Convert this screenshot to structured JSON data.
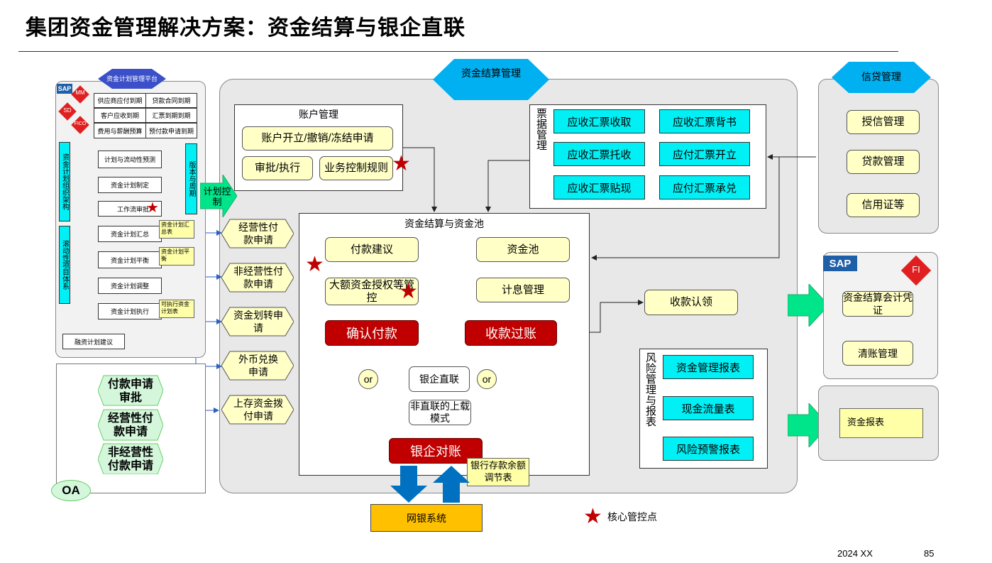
{
  "title": "集团资金管理解决方案：资金结算与银企直联",
  "footer": {
    "date": "2024 XX",
    "page": "85"
  },
  "left": {
    "platform": "资金计划管理平台",
    "sap": "SAP",
    "modules": [
      "MM",
      "SD",
      "FICO"
    ],
    "table": [
      [
        "供应商应付到期",
        "贷款合同到期"
      ],
      [
        "客户应收到期",
        "汇票到期到期"
      ],
      [
        "费用与薪酬预算",
        "预付款申请到期"
      ]
    ],
    "side_left_top": "资金计划组织架构",
    "side_left_bottom": "滚动性项目体系",
    "side_right": "版本与周期",
    "flow": [
      "计划与流动性预测",
      "资金计划制定",
      "工作流审批",
      "资金计划汇总",
      "资金计划平衡",
      "资金计划调整",
      "资金计划执行"
    ],
    "notes": [
      "资金计划汇总表",
      "资金计划平衡",
      "可执行资金计划表"
    ],
    "bottom": "融资计划建议"
  },
  "plan_control": "计划控制",
  "oa": {
    "label": "OA",
    "items": [
      "付款申请审批",
      "经营性付款申请",
      "非经营性付款申请"
    ]
  },
  "requests": [
    "经营性付款申请",
    "非经营性付款申请",
    "资金划转申请",
    "外币兑换申请",
    "上存资金拨付申请"
  ],
  "settlement_header": "资金结算管理",
  "account": {
    "title": "账户管理",
    "items": [
      "账户开立/撤销/冻结申请",
      "审批/执行",
      "业务控制规则"
    ]
  },
  "bills": {
    "title": "票据管理",
    "items": [
      "应收汇票收取",
      "应收汇票背书",
      "应收汇票托收",
      "应付汇票开立",
      "应收汇票贴现",
      "应付汇票承兑"
    ]
  },
  "pool": {
    "title": "资金结算与资金池",
    "pay_advice": "付款建议",
    "large_auth": "大额资金授权等管控",
    "fund_pool": "资金池",
    "interest": "计息管理",
    "confirm_pay": "确认付款",
    "receive_post": "收款过账",
    "or": "or",
    "direct": "银企直联",
    "indirect": "非直联的上载模式",
    "reconcile": "银企对账",
    "balance_note": "银行存款余额调节表"
  },
  "claim": "收款认领",
  "bank_system": "网银系统",
  "legend": "核心管控点",
  "credit": {
    "header": "信贷管理",
    "items": [
      "授信管理",
      "贷款管理",
      "信用证等"
    ]
  },
  "fi": {
    "sap": "SAP",
    "module": "FI",
    "items": [
      "资金结算会计凭证",
      "清账管理"
    ]
  },
  "report_doc": "资金报表",
  "risk": {
    "title": "风险管理与报表",
    "items": [
      "资金管理报表",
      "现金流量表",
      "风险预警报表"
    ]
  },
  "colors": {
    "cyan": "#00f0f5",
    "yellow": "#ffffc6",
    "red": "#c00000",
    "green": "#00e58a",
    "blue": "#0070c0",
    "orange": "#ffc000"
  }
}
